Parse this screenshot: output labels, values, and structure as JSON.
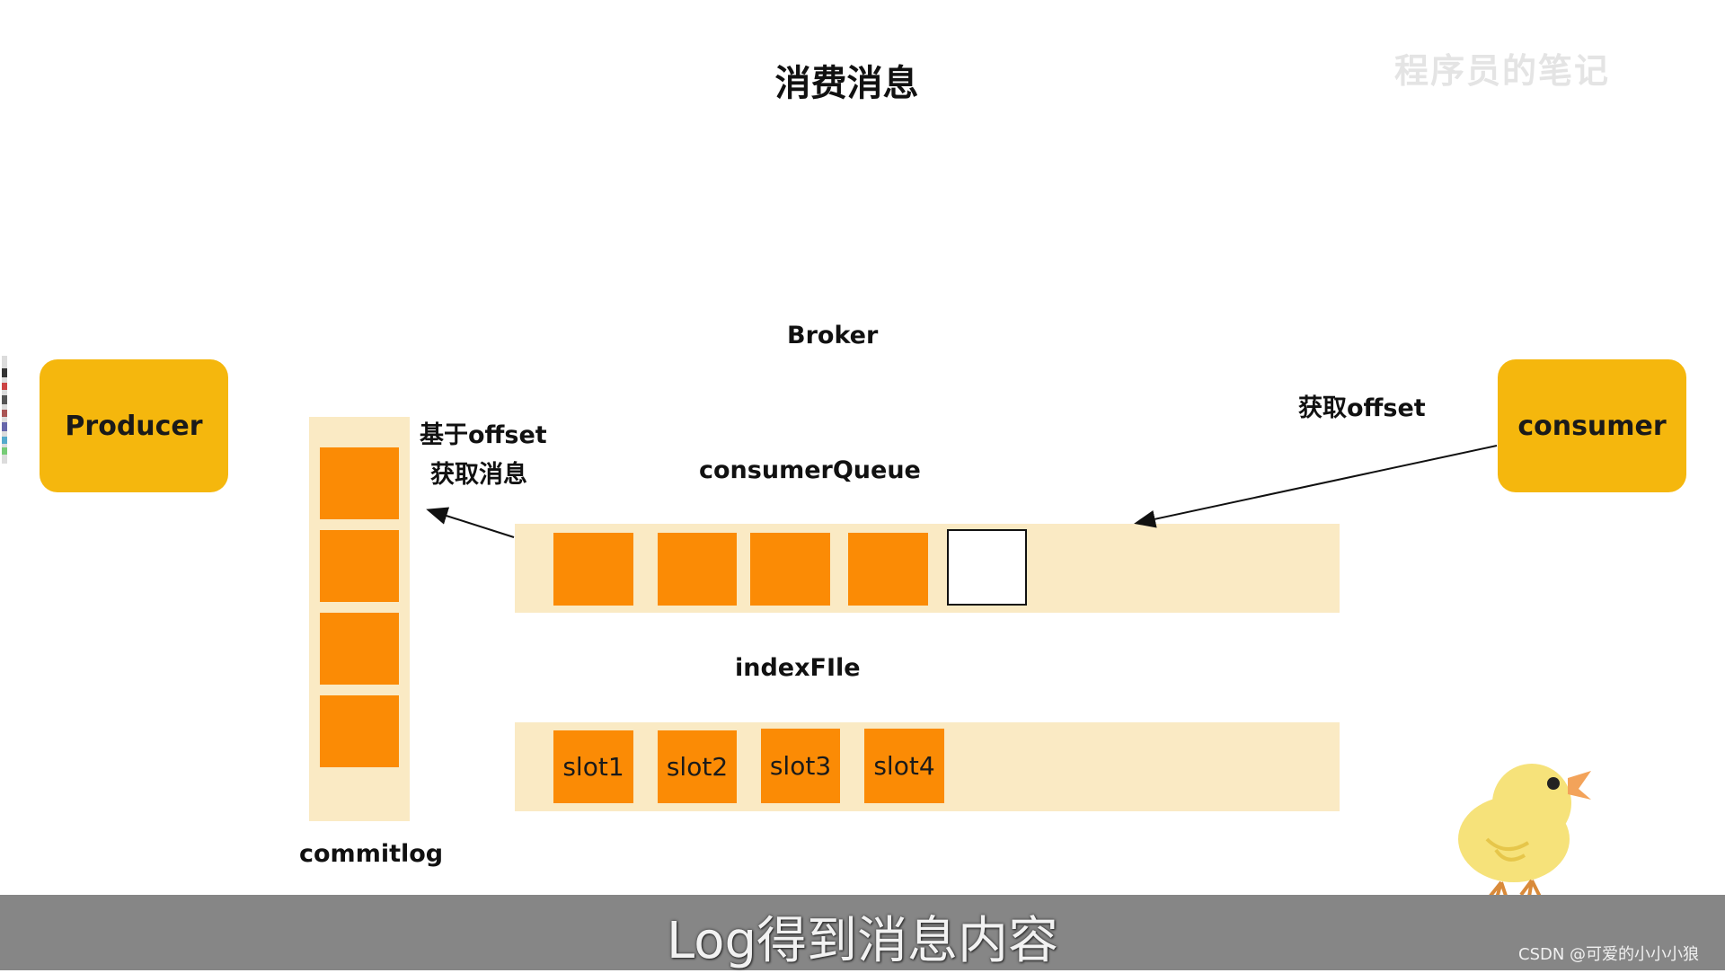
{
  "title": "消费消息",
  "watermark": "程序员的笔记",
  "broker_label": "Broker",
  "producer_label": "Producer",
  "consumer_label": "consumer",
  "commitlog_label": "commitlog",
  "consumer_queue_label": "consumerQueue",
  "index_file_label": "indexFIle",
  "annotation_offset_lookup": [
    "基于offset",
    "获取消息"
  ],
  "annotation_get_offset": "获取offset",
  "slots": [
    "slot1",
    "slot2",
    "slot3",
    "slot4"
  ],
  "subtitle": "Log得到消息内容",
  "credit": "CSDN @可爱的小小小狼",
  "colors": {
    "entity": "#f5b70d",
    "cell": "#fb8b05",
    "strip": "#faeac4",
    "caption_bar": "#868686"
  }
}
